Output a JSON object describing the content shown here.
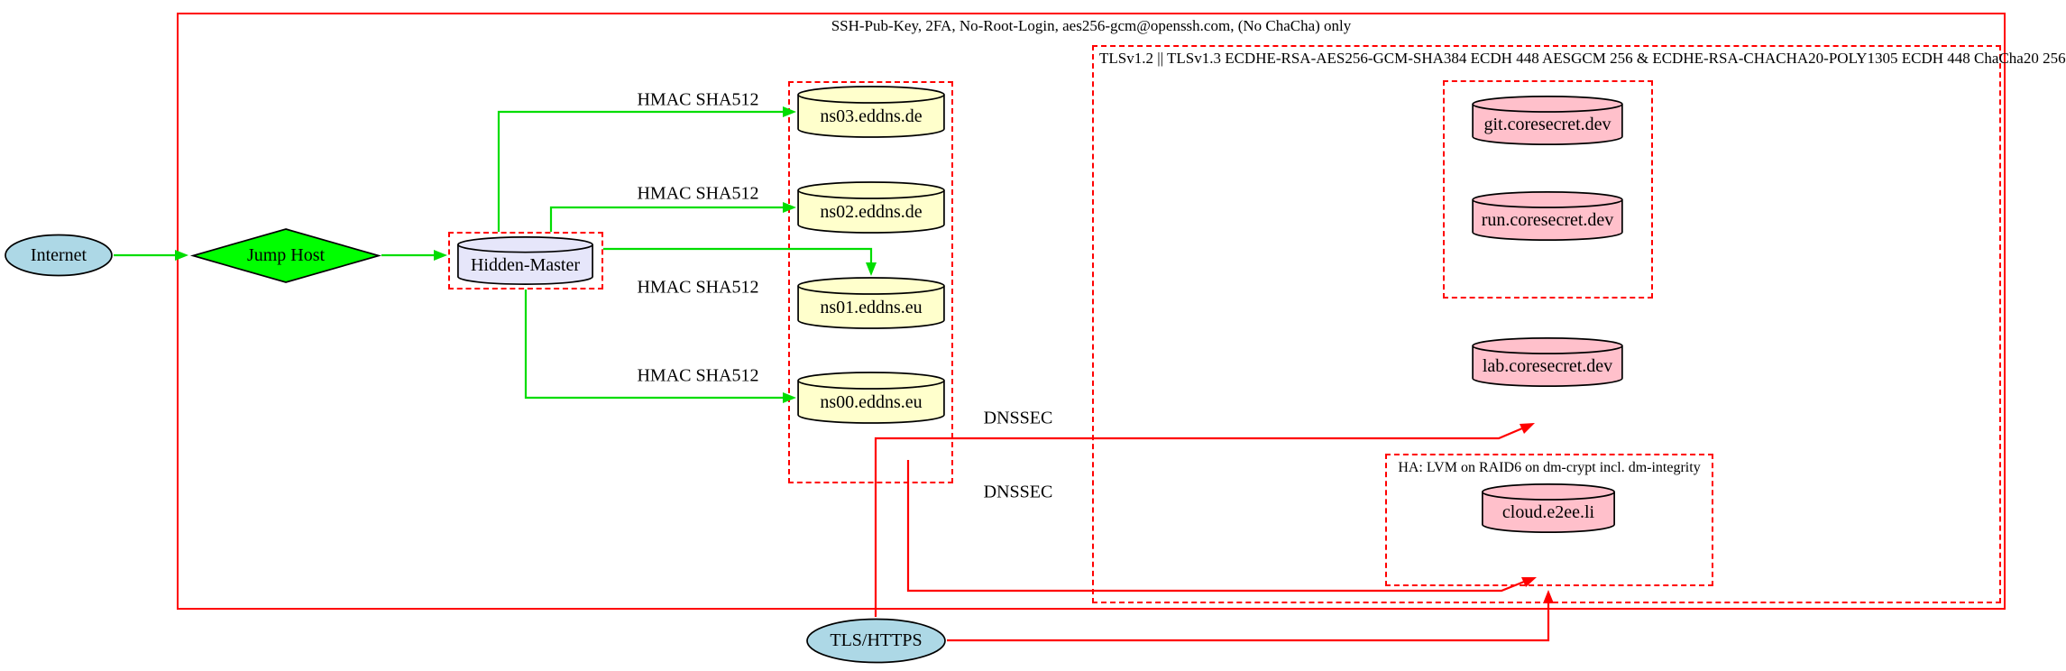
{
  "diagram": {
    "background": "#FFFFFF",
    "colors": {
      "edge_secure": "#00DD00",
      "edge_tls": "#FF0000",
      "cluster_border": "#FF0000",
      "node_border": "#000000"
    },
    "clusters": {
      "ssh_policy": {
        "label": "SSH-Pub-Key, 2FA, No-Root-Login, aes256-gcm@openssh.com, (No ChaCha) only"
      },
      "tls_policy": {
        "label": "TLSv1.2 || TLSv1.3 ECDHE-RSA-AES256-GCM-SHA384 ECDH 448 AESGCM 256 & ECDHE-RSA-CHACHA20-POLY1305 ECDH 448 ChaCha20 256"
      },
      "ha_storage": {
        "label": "HA: LVM on RAID6 on dm-crypt incl. dm-integrity"
      }
    },
    "nodes": {
      "internet": {
        "label": "Internet",
        "shape": "ellipse",
        "fill": "#ADD8E6"
      },
      "jump_host": {
        "label": "Jump Host",
        "shape": "diamond",
        "fill": "#00FF00"
      },
      "hidden_master": {
        "label": "Hidden-Master",
        "shape": "cylinder",
        "fill": "#E6E6FA"
      },
      "ns03": {
        "label": "ns03.eddns.de",
        "shape": "cylinder",
        "fill": "#FFFFCC"
      },
      "ns02": {
        "label": "ns02.eddns.de",
        "shape": "cylinder",
        "fill": "#FFFFCC"
      },
      "ns01": {
        "label": "ns01.eddns.eu",
        "shape": "cylinder",
        "fill": "#FFFFCC"
      },
      "ns00": {
        "label": "ns00.eddns.eu",
        "shape": "cylinder",
        "fill": "#FFFFCC"
      },
      "git": {
        "label": "git.coresecret.dev",
        "shape": "cylinder",
        "fill": "#FFC0CB"
      },
      "run": {
        "label": "run.coresecret.dev",
        "shape": "cylinder",
        "fill": "#FFC0CB"
      },
      "lab": {
        "label": "lab.coresecret.dev",
        "shape": "cylinder",
        "fill": "#FFC0CB"
      },
      "cloud": {
        "label": "cloud.e2ee.li",
        "shape": "cylinder",
        "fill": "#FFC0CB"
      },
      "tls_https": {
        "label": "TLS/HTTPS",
        "shape": "ellipse",
        "fill": "#ADD8E6"
      }
    },
    "edge_labels": {
      "hmac": [
        "HMAC SHA512",
        "HMAC SHA512",
        "HMAC SHA512",
        "HMAC SHA512"
      ],
      "dnssec": [
        "DNSSEC",
        "DNSSEC"
      ]
    }
  }
}
